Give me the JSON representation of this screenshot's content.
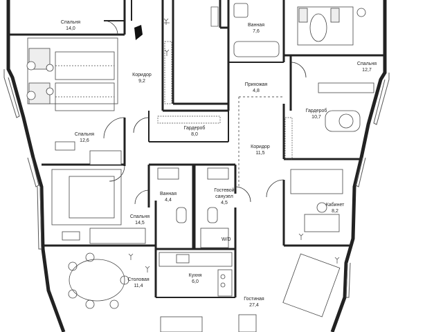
{
  "plan": {
    "rooms": [
      {
        "id": "bedroom-top-left",
        "name": "Спальня",
        "area": "14,0"
      },
      {
        "id": "corridor-left",
        "name": "Коридор",
        "area": "9,2"
      },
      {
        "id": "bathroom-top",
        "name": "Ванная",
        "area": "7,6"
      },
      {
        "id": "bedroom-top-right",
        "name": "Спальня",
        "area": "12,7"
      },
      {
        "id": "hall",
        "name": "Прихожая",
        "area": "4,8"
      },
      {
        "id": "wardrobe-right",
        "name": "Гардероб",
        "area": "10,7"
      },
      {
        "id": "bedroom-left",
        "name": "Спальня",
        "area": "12,6"
      },
      {
        "id": "wardrobe-center",
        "name": "Гардероб",
        "area": "8,0"
      },
      {
        "id": "corridor-center",
        "name": "Коридор",
        "area": "11,5"
      },
      {
        "id": "bathroom-center",
        "name": "Ванная",
        "area": "4,4"
      },
      {
        "id": "guest-wc",
        "name": "Гостевой санузел",
        "area": "4,5"
      },
      {
        "id": "study",
        "name": "Кабинет",
        "area": "8,2"
      },
      {
        "id": "bedroom-bottom",
        "name": "Спальня",
        "area": "14,5"
      },
      {
        "id": "dining",
        "name": "Столовая",
        "area": "11,4"
      },
      {
        "id": "kitchen",
        "name": "Кухня",
        "area": "6,0"
      },
      {
        "id": "living",
        "name": "Гостиная",
        "area": "27,4"
      }
    ],
    "washer_dryer_label": "W/D"
  }
}
